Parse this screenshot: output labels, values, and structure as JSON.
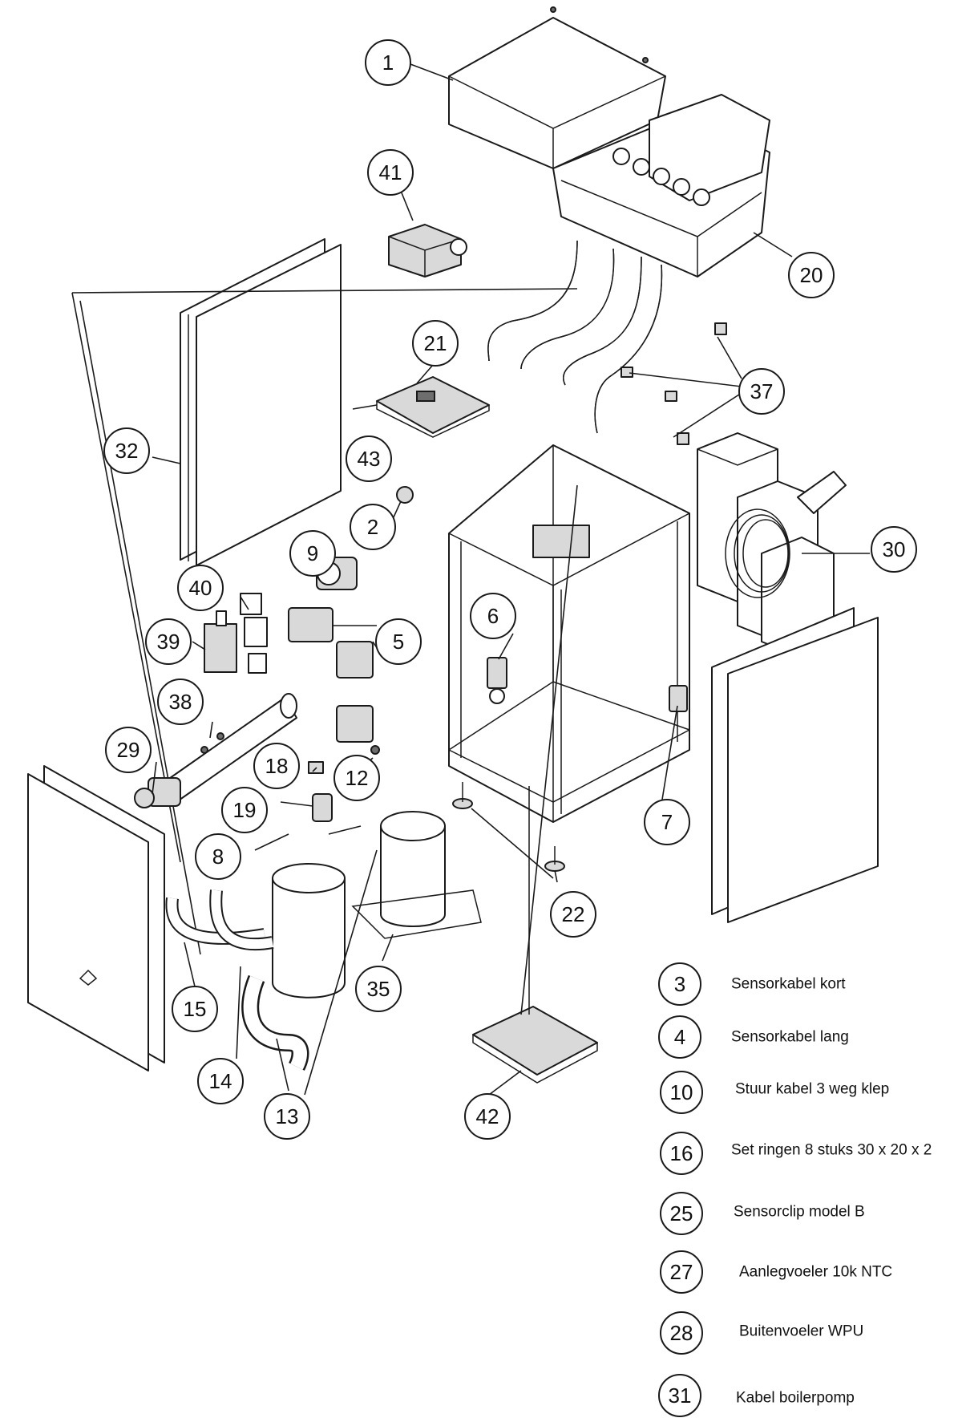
{
  "callouts": [
    {
      "id": "c1",
      "label": "1"
    },
    {
      "id": "c41",
      "label": "41"
    },
    {
      "id": "c20",
      "label": "20"
    },
    {
      "id": "c21",
      "label": "21"
    },
    {
      "id": "c37",
      "label": "37"
    },
    {
      "id": "c32",
      "label": "32"
    },
    {
      "id": "c43",
      "label": "43"
    },
    {
      "id": "c2",
      "label": "2"
    },
    {
      "id": "c30",
      "label": "30"
    },
    {
      "id": "c9",
      "label": "9"
    },
    {
      "id": "c40",
      "label": "40"
    },
    {
      "id": "c6",
      "label": "6"
    },
    {
      "id": "c39",
      "label": "39"
    },
    {
      "id": "c5",
      "label": "5"
    },
    {
      "id": "c38",
      "label": "38"
    },
    {
      "id": "c29",
      "label": "29"
    },
    {
      "id": "c18",
      "label": "18"
    },
    {
      "id": "c12",
      "label": "12"
    },
    {
      "id": "c19",
      "label": "19"
    },
    {
      "id": "c7",
      "label": "7"
    },
    {
      "id": "c8",
      "label": "8"
    },
    {
      "id": "c22",
      "label": "22"
    },
    {
      "id": "c35",
      "label": "35"
    },
    {
      "id": "c15",
      "label": "15"
    },
    {
      "id": "c14",
      "label": "14"
    },
    {
      "id": "c13",
      "label": "13"
    },
    {
      "id": "c42",
      "label": "42"
    }
  ],
  "legend": [
    {
      "number": "3",
      "text": "Sensorkabel kort"
    },
    {
      "number": "4",
      "text": "Sensorkabel lang"
    },
    {
      "number": "10",
      "text": "Stuur kabel 3 weg klep"
    },
    {
      "number": "16",
      "text": "Set ringen 8 stuks 30 x 20 x 2"
    },
    {
      "number": "25",
      "text": "Sensorclip model B"
    },
    {
      "number": "27",
      "text": "Aanlegvoeler 10k NTC"
    },
    {
      "number": "28",
      "text": "Buitenvoeler WPU"
    },
    {
      "number": "31",
      "text": "Kabel boilerpomp"
    }
  ]
}
